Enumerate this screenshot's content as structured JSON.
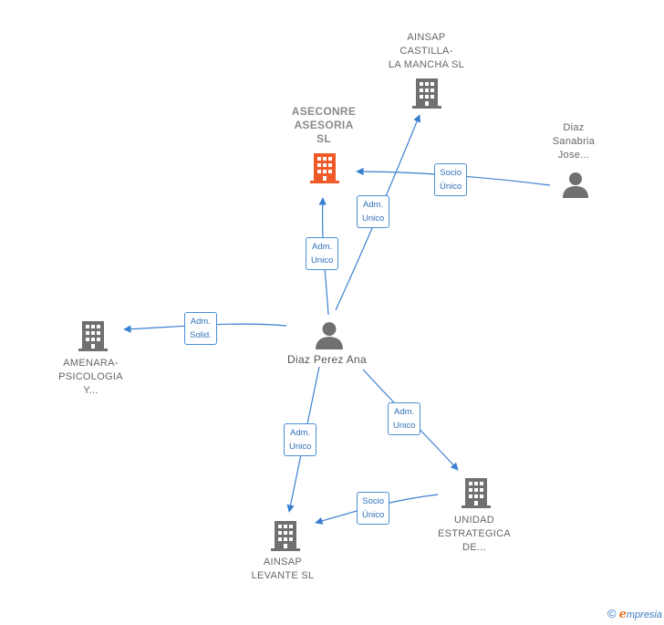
{
  "nodes": {
    "aseconre": {
      "label_1": "ASECONRE",
      "label_2": "ASESORIA",
      "label_3": "SL",
      "icon": "building-icon",
      "color": "#f05a28"
    },
    "ainsap_castilla": {
      "label_1": "AINSAP",
      "label_2": "CASTILLA-",
      "label_3": "LA MANCHA SL",
      "icon": "building-icon"
    },
    "diaz_sanabria": {
      "label_1": "Diaz",
      "label_2": "Sanabria",
      "label_3": "Jose...",
      "icon": "person-icon"
    },
    "diaz_perez": {
      "label": "Diaz Perez Ana",
      "icon": "person-icon"
    },
    "amenara": {
      "label_1": "AMENARA-",
      "label_2": "PSICOLOGIA",
      "label_3": "Y...",
      "icon": "building-icon"
    },
    "ainsap_levante": {
      "label_1": "AINSAP",
      "label_2": "LEVANTE SL",
      "icon": "building-icon"
    },
    "unidad": {
      "label_1": "UNIDAD",
      "label_2": "ESTRATEGICA",
      "label_3": "DE...",
      "icon": "building-icon"
    }
  },
  "relations": {
    "r1": {
      "line1": "Adm.",
      "line2": "Unico"
    },
    "r2": {
      "line1": "Adm.",
      "line2": "Unico"
    },
    "r3": {
      "line1": "Socio",
      "line2": "Único"
    },
    "r4": {
      "line1": "Adm.",
      "line2": "Solid."
    },
    "r5": {
      "line1": "Adm.",
      "line2": "Unico"
    },
    "r6": {
      "line1": "Adm.",
      "line2": "Unico"
    },
    "r7": {
      "line1": "Socio",
      "line2": "Único"
    }
  },
  "colors": {
    "edge": "#3a7fd0",
    "building": "#707070",
    "focus_building": "#f05a28",
    "person": "#707070"
  },
  "footer": {
    "copyright": "©",
    "brand_e": "e",
    "brand_rest": "mpresia"
  }
}
